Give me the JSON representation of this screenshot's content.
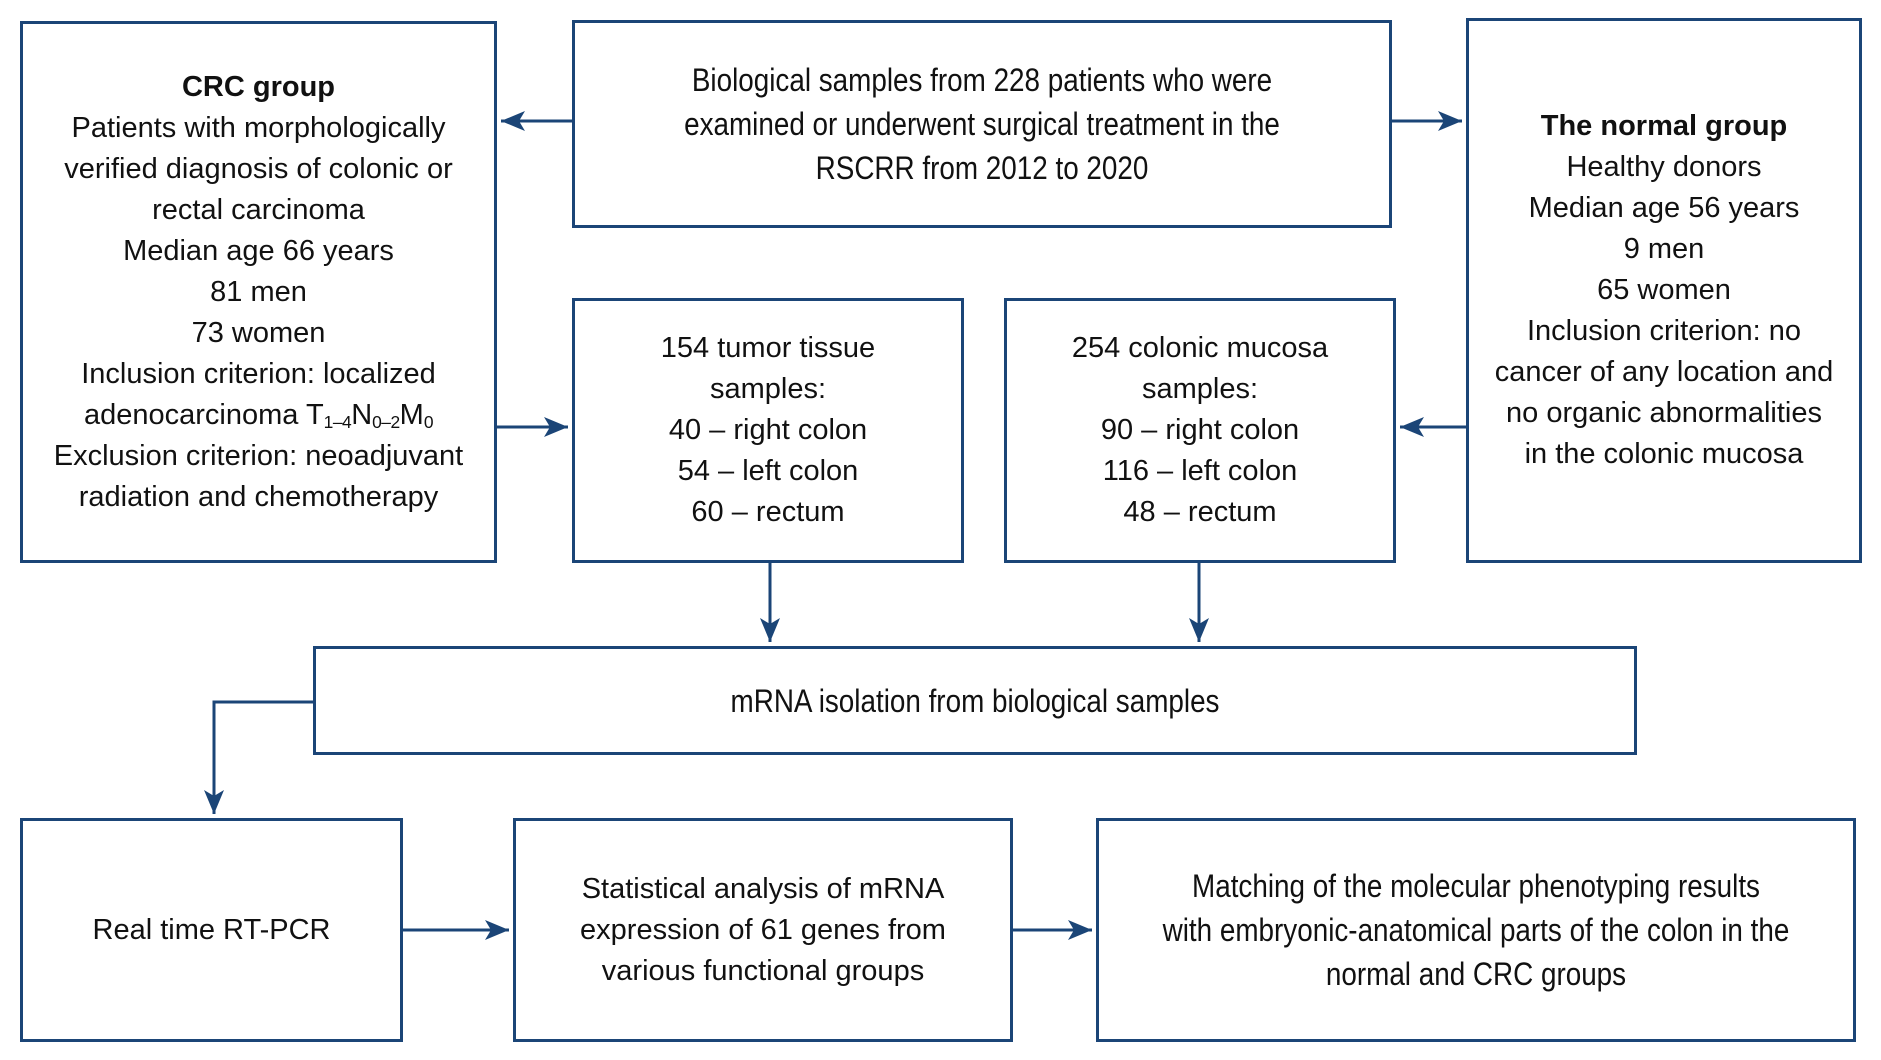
{
  "colors": {
    "border": "#1B4577",
    "arrow": "#1B4577",
    "text": "#111111",
    "background": "#FFFFFF"
  },
  "boxes": {
    "crc": {
      "title": "CRC group",
      "lines": [
        "Patients with morphologically",
        "verified diagnosis of colonic or",
        "rectal carcinoma",
        "Median age 66 years",
        "81 men",
        "73 women",
        "Inclusion criterion: localized"
      ],
      "tnm": {
        "seg1": "adenocarcinoma T",
        "sub1": "1–4",
        "seg2": "N",
        "sub2": "0–2",
        "seg3": "M",
        "sub3": "0"
      },
      "lines2": [
        "Exclusion criterion: neoadjuvant",
        "radiation and chemotherapy"
      ]
    },
    "biological": {
      "lines": [
        "Biological samples from 228 patients who were",
        "examined or underwent surgical treatment in the",
        "RSCRR from 2012 to 2020"
      ]
    },
    "normal": {
      "title": "The normal group",
      "lines": [
        "Healthy donors",
        "Median age 56 years",
        "9 men",
        "65 women",
        "Inclusion criterion: no",
        "cancer of any location and",
        "no organic abnormalities",
        "in the colonic mucosa"
      ]
    },
    "tumor": {
      "lines": [
        "154 tumor tissue",
        "samples:",
        "40 – right colon",
        "54 – left colon",
        "60 – rectum"
      ]
    },
    "mucosa": {
      "lines": [
        "254 colonic mucosa",
        "samples:",
        "90 – right colon",
        "116 – left colon",
        "48 – rectum"
      ]
    },
    "mrna": {
      "lines": [
        "mRNA isolation from biological samples"
      ]
    },
    "rtpcr": {
      "lines": [
        "Real time RT-PCR"
      ]
    },
    "stats": {
      "lines": [
        "Statistical analysis of mRNA",
        "expression of 61 genes from",
        "various functional groups"
      ]
    },
    "matching": {
      "lines": [
        "Matching of the molecular phenotyping results",
        "with embryonic-anatomical parts of the colon in the",
        "normal and CRC groups"
      ]
    }
  }
}
